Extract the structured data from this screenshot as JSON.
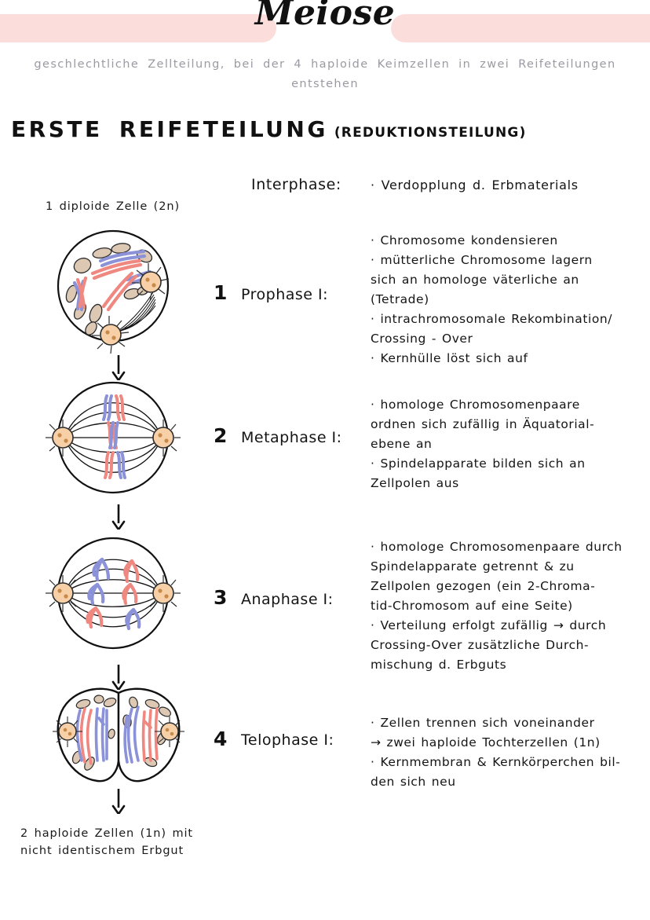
{
  "header": {
    "title": "Meiose",
    "banner_color": "#fbdedb",
    "subtitle": "geschlechtliche Zellteilung, bei der 4 haploide Keimzellen in zwei Reifeteilungen entstehen"
  },
  "section": {
    "heading_main": "ERSTE  REIFETEILUNG",
    "heading_sub": "(REDUKTIONSTEILUNG)"
  },
  "captions": {
    "top": "1 diploide Zelle (2n)",
    "bottom_line1": "2 haploide Zellen (1n) mit",
    "bottom_line2": "nicht identischem Erbgut"
  },
  "interphase": {
    "label": "Interphase:",
    "text": "· Verdopplung d. Erbmaterials"
  },
  "phases": [
    {
      "number": "1",
      "name": "Prophase I:",
      "lines": [
        "· Chromosome kondensieren",
        "· mütterliche Chromosome lagern",
        "  sich an homologe väterliche an",
        "  (Tetrade)",
        "· intrachromosomale Rekombination/",
        "  Crossing - Over",
        "· Kernhülle löst sich auf"
      ]
    },
    {
      "number": "2",
      "name": "Metaphase I:",
      "lines": [
        "· homologe Chromosomenpaare",
        "  ordnen sich zufällig in Äquatorial-",
        "  ebene an",
        "· Spindelapparate bilden sich an",
        "  Zellpolen aus"
      ]
    },
    {
      "number": "3",
      "name": "Anaphase I:",
      "lines": [
        "· homologe Chromosomenpaare durch",
        "  Spindelapparate getrennt & zu",
        "  Zellpolen gezogen (ein 2-Chroma-",
        "  tid-Chromosom auf eine Seite)",
        "· Verteilung erfolgt zufällig → durch",
        "  Crossing-Over zusätzliche Durch-",
        "  mischung d. Erbguts"
      ]
    },
    {
      "number": "4",
      "name": "Telophase I:",
      "lines": [
        "· Zellen trennen sich voneinander",
        "→ zwei haploide Tochterzellen (1n)",
        "· Kernmembran & Kernkörperchen bil-",
        "  den sich neu"
      ]
    }
  ],
  "colors": {
    "chromosome_red": "#ef8880",
    "chromosome_blue": "#8b92d8",
    "centrosome_fill": "#f7d0a8",
    "organelle_fill": "#ddc8b4",
    "cell_outline": "#000000",
    "subtitle_gray": "#9a9aa2"
  },
  "diagrams": [
    {
      "name": "prophase-i-cell",
      "stage": "Prophase I"
    },
    {
      "name": "metaphase-i-cell",
      "stage": "Metaphase I"
    },
    {
      "name": "anaphase-i-cell",
      "stage": "Anaphase I"
    },
    {
      "name": "telophase-i-cell",
      "stage": "Telophase I"
    }
  ]
}
